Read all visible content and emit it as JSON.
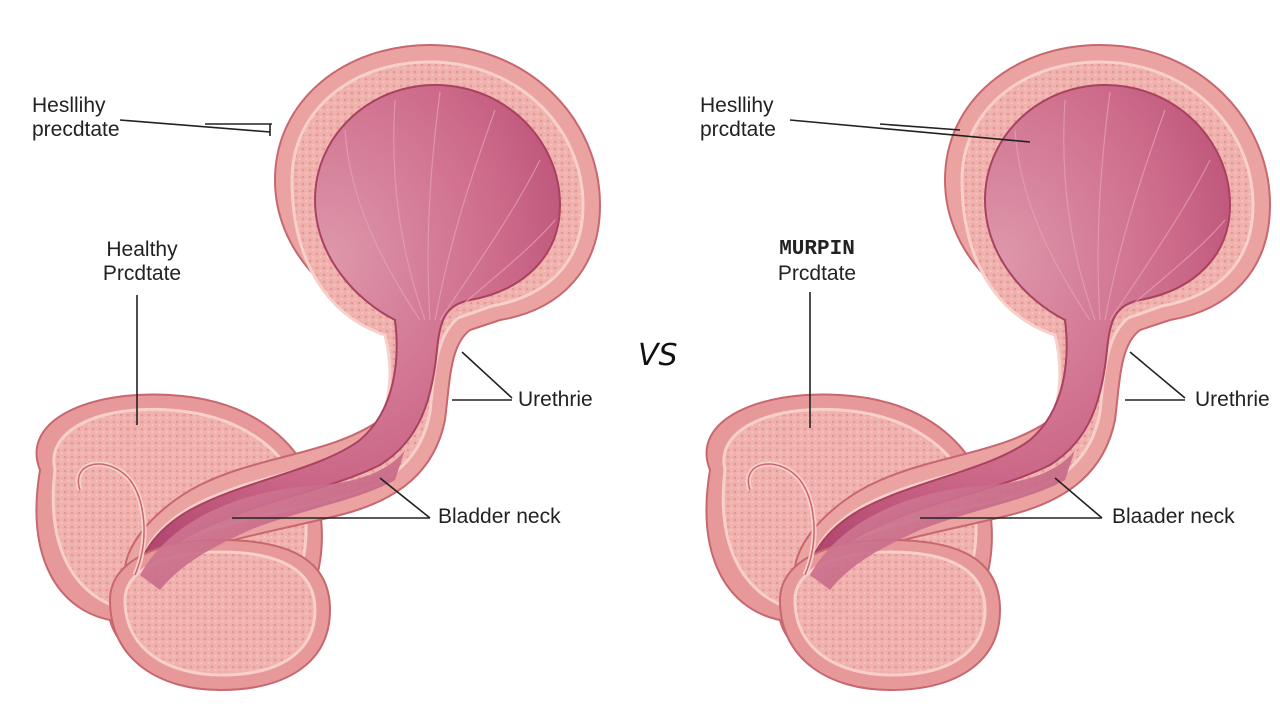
{
  "diagrams": [
    {
      "top_label": [
        "Hesllihy",
        "precdtate"
      ],
      "mid_label": [
        "Healthy",
        "Prcdtate"
      ],
      "urethra_label": "Urethrie",
      "neck_label": "Bladder neck"
    },
    {
      "top_label": [
        "Hesllihy",
        "prcdtate"
      ],
      "mid_label": [
        "MURPIN",
        "Prcdtate"
      ],
      "urethra_label": "Urethrie",
      "neck_label": "Blaader neck"
    }
  ],
  "vs_label": "VS",
  "colors": {
    "tissue_outer": "#e9a0a0",
    "tissue_mid": "#f2b4b0",
    "tissue_inner": "#e49a98",
    "lumen": "#c95a7e",
    "lumen_light": "#d98aa0",
    "outline": "#c2606a",
    "leader": "#222222"
  }
}
